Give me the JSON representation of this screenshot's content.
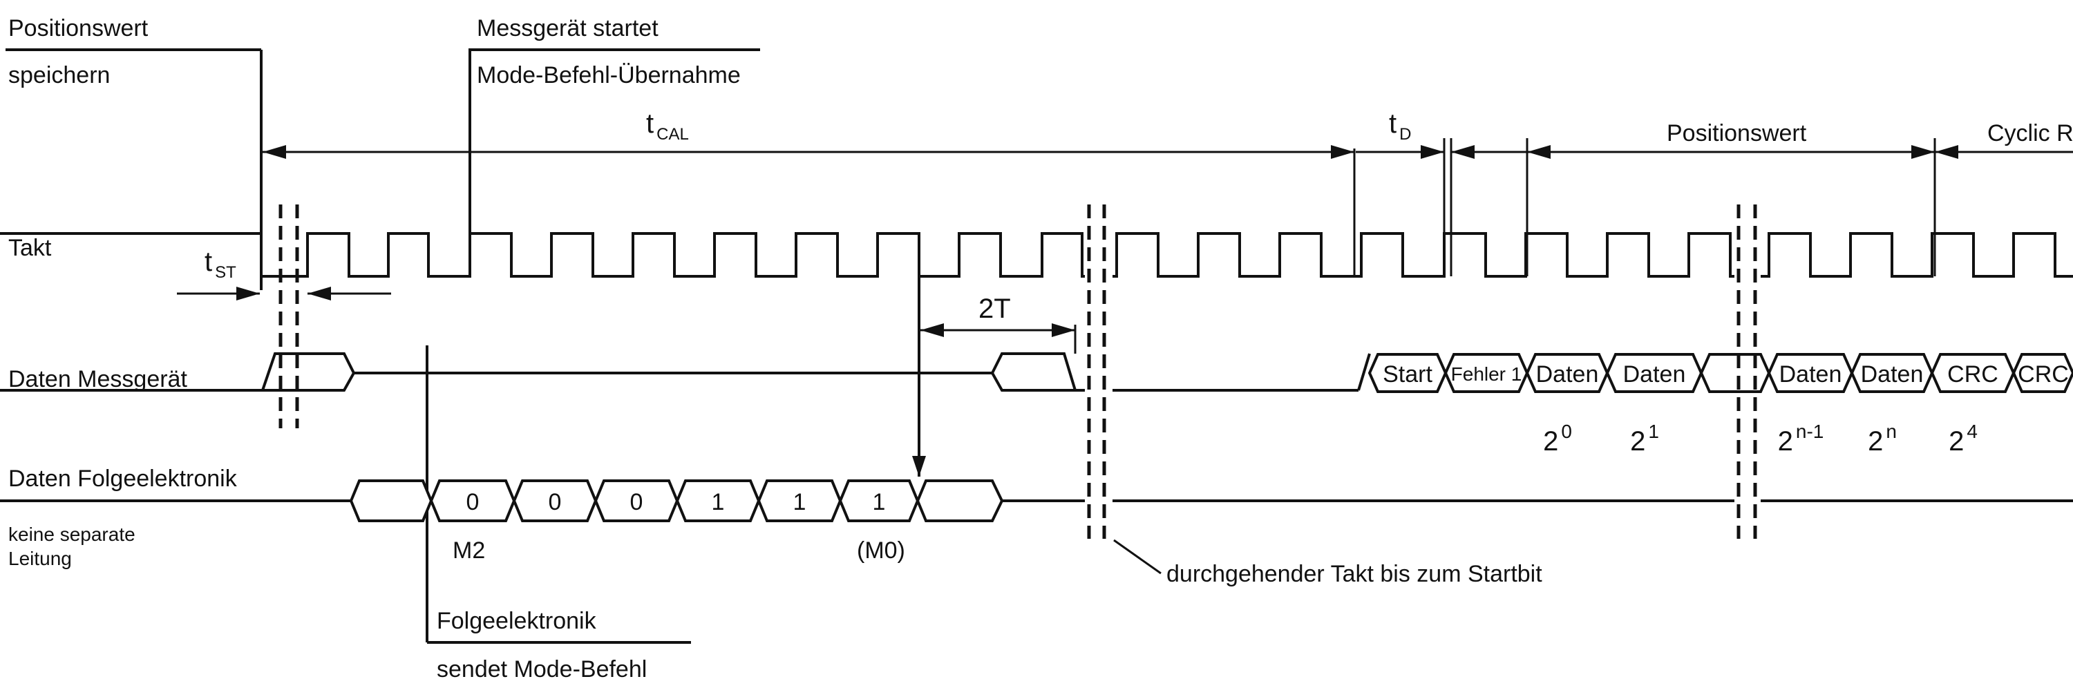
{
  "labels": {
    "positionswert_speichern": [
      "Positionswert",
      "speichern"
    ],
    "messgeraet_startet": [
      "Messgerät startet",
      "Mode-Befehl-Übernahme"
    ],
    "folgeelektronik_sendet": [
      "Folgeelektronik",
      "sendet Mode-Befehl"
    ],
    "takt": "Takt",
    "daten_messgeraet": "Daten Messgerät",
    "daten_folgeelektronik": "Daten Folgeelektronik",
    "keine_separate": [
      "keine separate",
      "Leitung"
    ],
    "durchgehender": "durchgehender Takt bis zum Startbit",
    "positionswert": "Positionswert",
    "cyclic": "Cyclic R",
    "t_st": {
      "base": "t",
      "sub": "ST"
    },
    "t_cal": {
      "base": "t",
      "sub": "CAL"
    },
    "t_d": {
      "base": "t",
      "sub": "D"
    },
    "two_t": "2T",
    "m2": "M2",
    "m0": "(M0)"
  },
  "mode_bits": [
    "0",
    "0",
    "0",
    "1",
    "1",
    "1"
  ],
  "data_fields": [
    {
      "label": "Start",
      "bit": ""
    },
    {
      "label": "Fehler 1",
      "bit": ""
    },
    {
      "label": "Daten",
      "bit": "2",
      "exp": "0"
    },
    {
      "label": "Daten",
      "bit": "2",
      "exp": "1"
    },
    {
      "label": "",
      "bit": ""
    },
    {
      "label": "Daten",
      "bit": "2",
      "exp": "n-1"
    },
    {
      "label": "Daten",
      "bit": "2",
      "exp": "n"
    },
    {
      "label": "CRC",
      "bit": "2",
      "exp": "4"
    },
    {
      "label": "CRC",
      "bit": ""
    }
  ]
}
